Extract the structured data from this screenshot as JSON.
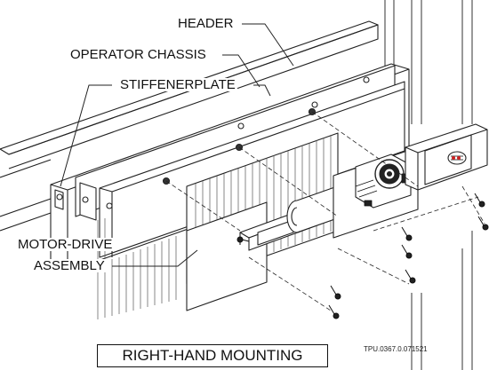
{
  "labels": {
    "header": "HEADER",
    "operator_chassis": "OPERATOR CHASSIS",
    "stiffener_plate": "STIFFENERPLATE",
    "motor_drive_line1": "MOTOR-DRIVE",
    "motor_drive_line2": "ASSEMBLY"
  },
  "title": "RIGHT-HAND MOUNTING",
  "drawing_code": "TPU.0367.0.071521"
}
